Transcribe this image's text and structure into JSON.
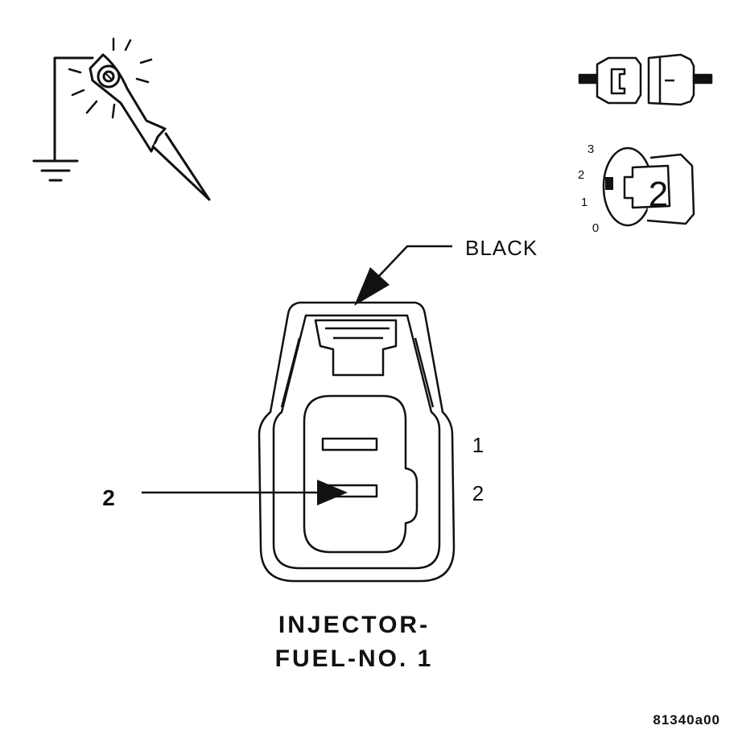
{
  "color_label": "BLACK",
  "pin_labels": [
    "1",
    "2"
  ],
  "probe_pin": "2",
  "title_lines": [
    "INJECTOR-",
    "FUEL-NO. 1"
  ],
  "figure_id": "81340a00",
  "ignition": {
    "positions": [
      "3",
      "2",
      "1",
      "0"
    ],
    "key_digit": "2"
  },
  "icons": [
    "test-light-probe-icon",
    "connector-disconnected-icon",
    "ignition-key-icon"
  ]
}
